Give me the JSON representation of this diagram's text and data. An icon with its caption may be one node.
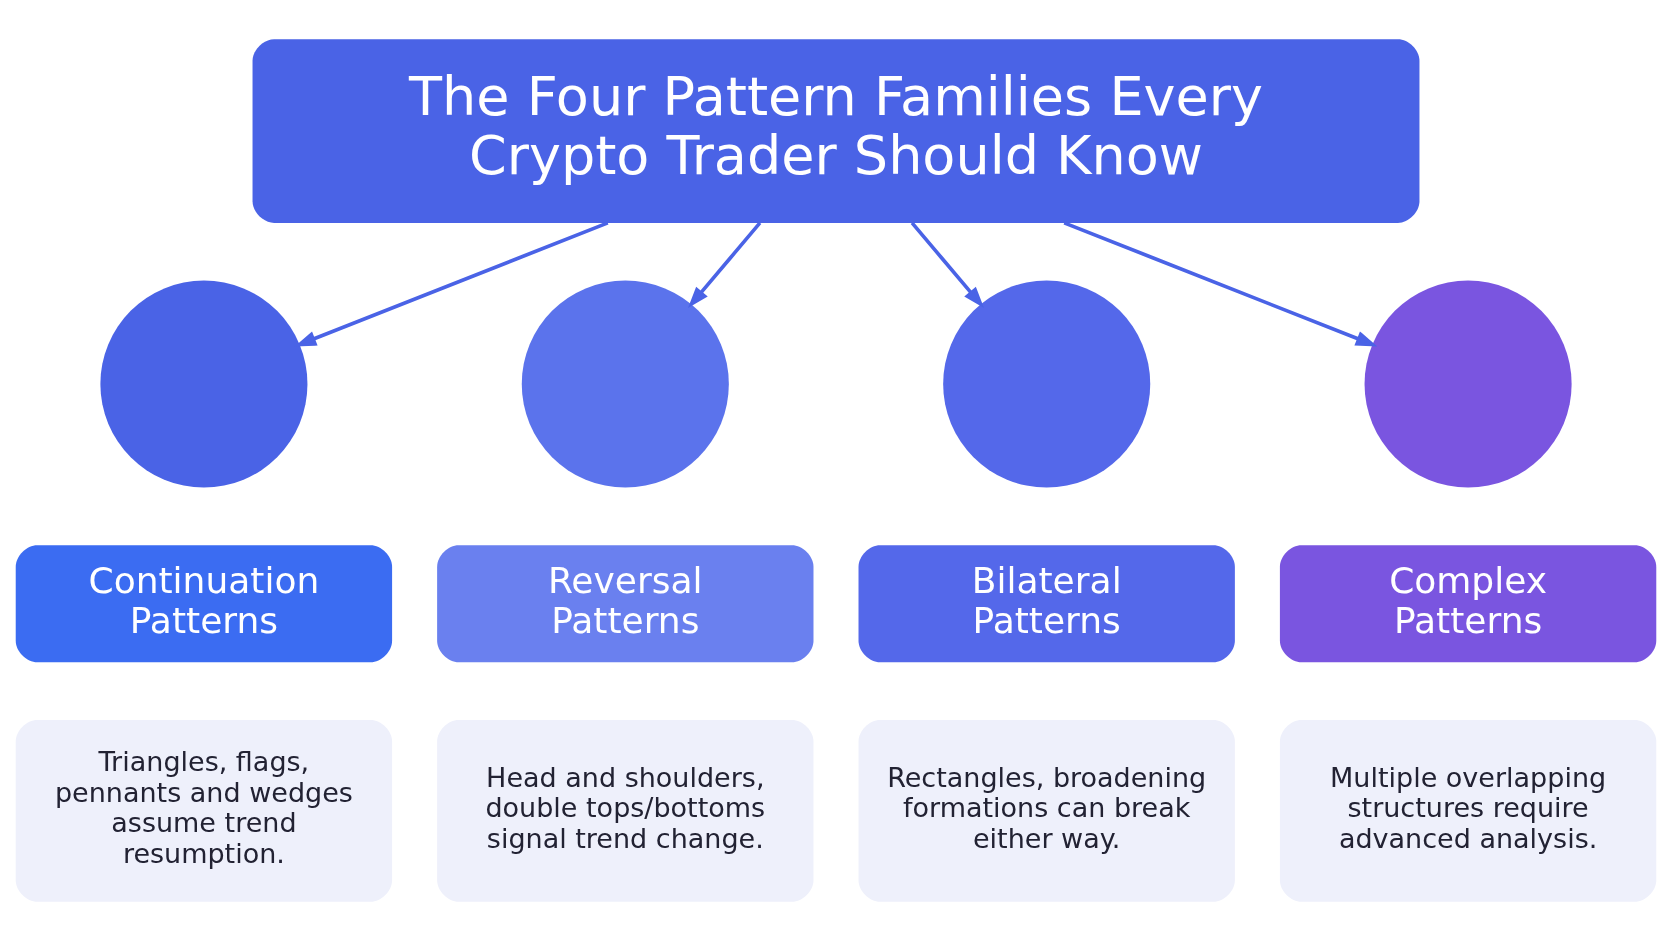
{
  "diagram": {
    "nodes": [
      {
        "text": [
          "The Four Pattern Families Every Crypto Trader Should Know"
        ]
      },
      {
        "text": [],
        "shape": "circle"
      },
      {
        "text": [],
        "shape": "circle"
      },
      {
        "text": [],
        "shape": "circle"
      },
      {
        "text": [],
        "shape": "circle"
      },
      {
        "text": [
          "Continuation Patterns"
        ]
      },
      {
        "text": [
          "Reversal Patterns"
        ]
      },
      {
        "text": [
          "Bilateral Patterns"
        ]
      },
      {
        "text": [
          "Complex Patterns"
        ]
      },
      {
        "text": [
          "Triangles, flags, pennants and wedges assume trend resumption."
        ]
      },
      {
        "text": [
          "Head and shoulders, double tops/bottoms signal trend change."
        ]
      },
      {
        "text": [
          "Rectangles, broadening formations can break either way."
        ]
      },
      {
        "text": [
          "Multiple overlapping structures require advanced analysis."
        ]
      }
    ],
    "edges": [
      {
        "from": 0,
        "to": 1,
        "arrow": "to"
      },
      {
        "from": 0,
        "to": 2,
        "arrow": "to"
      },
      {
        "from": 0,
        "to": 3,
        "arrow": "to"
      },
      {
        "from": 0,
        "to": 4,
        "arrow": "to"
      }
    ]
  }
}
